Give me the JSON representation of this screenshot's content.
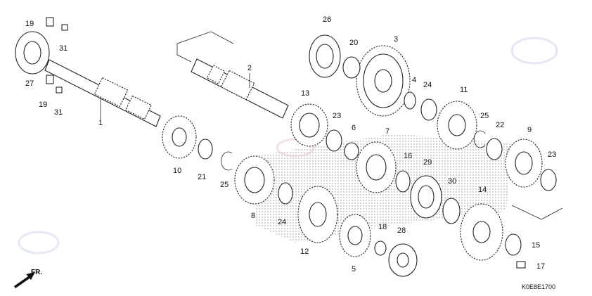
{
  "diagram": {
    "code": "K0E8E1700",
    "direction_label": "FR.",
    "part_numbers": [
      "1",
      "2",
      "3",
      "4",
      "5",
      "6",
      "7",
      "8",
      "9",
      "10",
      "11",
      "12",
      "13",
      "14",
      "15",
      "16",
      "17",
      "18",
      "19",
      "19",
      "20",
      "21",
      "22",
      "23",
      "23",
      "24",
      "24",
      "25",
      "25",
      "26",
      "27",
      "28",
      "29",
      "30",
      "31",
      "31"
    ]
  },
  "colors": {
    "line": "#222222",
    "shade": "#9a9a9a",
    "watermark": "#c8d2e6"
  }
}
